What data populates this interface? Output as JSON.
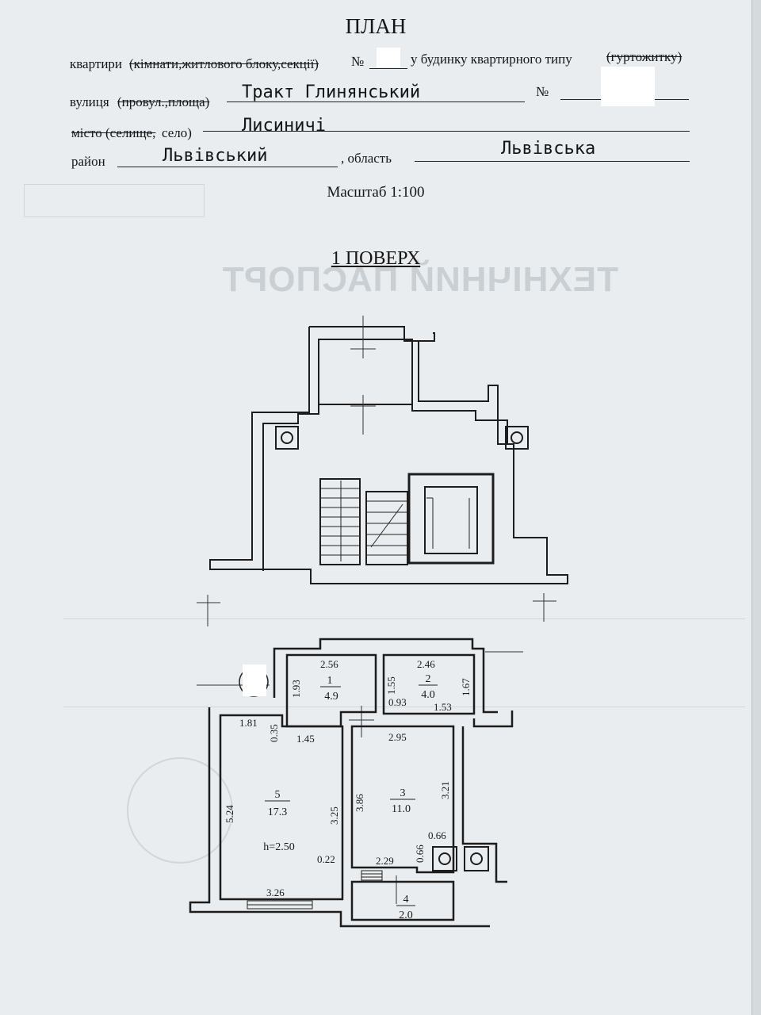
{
  "header": {
    "title": "ПЛАН",
    "row1": {
      "prefix": "квартири",
      "struck": "(кімнати,житлового блоку,секції)",
      "number_label": "№",
      "middle": "у будинку квартирного типу",
      "struck_end": "(гуртожитку)"
    },
    "row2": {
      "prefix": "вулиця",
      "struck": "(провул.,площа)",
      "value": "Тракт Глинянський",
      "number_label": "№"
    },
    "row3": {
      "struck": "місто (селище,",
      "suffix": "село)",
      "value": "Лисиничі"
    },
    "row4": {
      "district_label": "район",
      "district_value": "Львівський",
      "region_label": ", область",
      "region_value": "Львівська"
    },
    "scale": "Масштаб 1:100",
    "floor": "1 ПОВЕРХ"
  },
  "background_print": {
    "big": "ТЕХНІЧНИЙ ПАСПОРТ"
  },
  "plan": {
    "rooms": [
      {
        "num": "1",
        "area": "4.9"
      },
      {
        "num": "2",
        "area": "4.0"
      },
      {
        "num": "3",
        "area": "11.0"
      },
      {
        "num": "4",
        "area": "2.0"
      },
      {
        "num": "5",
        "area": "17.3"
      }
    ],
    "height": "h=2.50",
    "dimensions": {
      "r1_top": "2.56",
      "r1_left": "1.93",
      "r1_right": "1.55",
      "r2_top": "2.46",
      "r2_right": "1.67",
      "r2_bl": "0.93",
      "r2_br": "1.53",
      "d181": "1.81",
      "d035": "0.35",
      "d145": "1.45",
      "d295": "2.95",
      "r5_left": "5.24",
      "r5_right": "3.25",
      "r3_left": "3.86",
      "r3_right": "3.21",
      "d066a": "0.66",
      "d066b": "0.66",
      "d022": "0.22",
      "d229": "2.29",
      "r5_bottom": "3.26"
    }
  }
}
